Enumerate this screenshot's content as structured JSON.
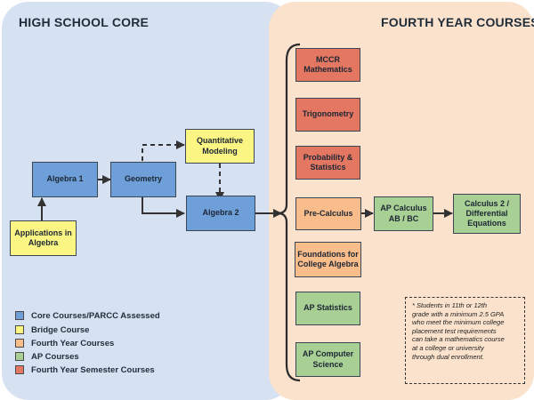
{
  "panels": {
    "left_title": "HIGH SCHOOL CORE",
    "right_title": "FOURTH YEAR COURSES"
  },
  "nodes": {
    "algebra1": "Algebra 1",
    "geometry": "Geometry",
    "quant_line1": "Quantitative",
    "quant_line2": "Modeling",
    "apps_line1": "Applications in",
    "apps_line2": "Algebra",
    "algebra2": "Algebra 2",
    "mccr_line1": "MCCR",
    "mccr_line2": "Mathematics",
    "trig": "Trigonometry",
    "prob_line1": "Probability &",
    "prob_line2": "Statistics",
    "precalc": "Pre-Calculus",
    "apcalc_line1": "AP Calculus",
    "apcalc_line2": "AB / BC",
    "calc2_line1": "Calculus 2 /",
    "calc2_line2": "Differential",
    "calc2_line3": "Equations",
    "found_line1": "Foundations for",
    "found_line2": "College Algebra",
    "apstat": "AP Statistics",
    "apcs_line1": "AP Computer",
    "apcs_line2": "Science"
  },
  "legend": [
    {
      "label": "Core Courses/PARCC Assessed",
      "color": "#6e9fd9"
    },
    {
      "label": "Bridge Course",
      "color": "#fbf684"
    },
    {
      "label": "Fourth Year Courses",
      "color": "#f9bd8c"
    },
    {
      "label": "AP Courses",
      "color": "#a8cf94"
    },
    {
      "label": "Fourth Year Semester Courses",
      "color": "#e47762"
    }
  ],
  "note": {
    "line1": "* Students in 11th or 12th",
    "line2": "grade with a minimum 2.5 GPA",
    "line3": "who meet the minimum college",
    "line4": "placement test requirements",
    "line5": "can take a mathematics course",
    "line6": "at a college or university",
    "line7": "through dual enrollment."
  }
}
